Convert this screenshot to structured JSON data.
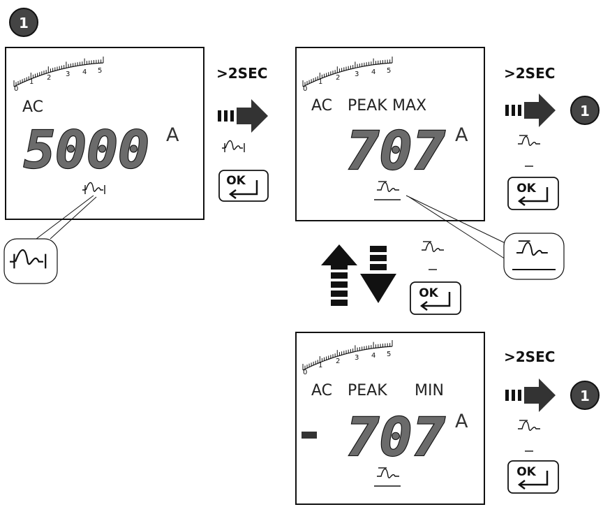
{
  "step_badge": "1",
  "hold_label": ">2SEC",
  "ok_key": "OK",
  "unit": "A",
  "scale_ticks": [
    "0",
    "1",
    "2",
    "3",
    "4",
    "5"
  ],
  "displays": {
    "main": {
      "mode": "AC",
      "reading": "5000"
    },
    "peak_max": {
      "mode": "AC",
      "peak": "PEAK",
      "max": "MAX",
      "reading": "707"
    },
    "peak_min": {
      "mode": "AC",
      "peak": "PEAK",
      "min": "MIN",
      "reading": "707",
      "sign": "-"
    }
  },
  "icons": [
    "peak-waveform-icon",
    "peak-max-waveform-icon",
    "peak-min-waveform-icon",
    "ok-enter-key-icon"
  ]
}
